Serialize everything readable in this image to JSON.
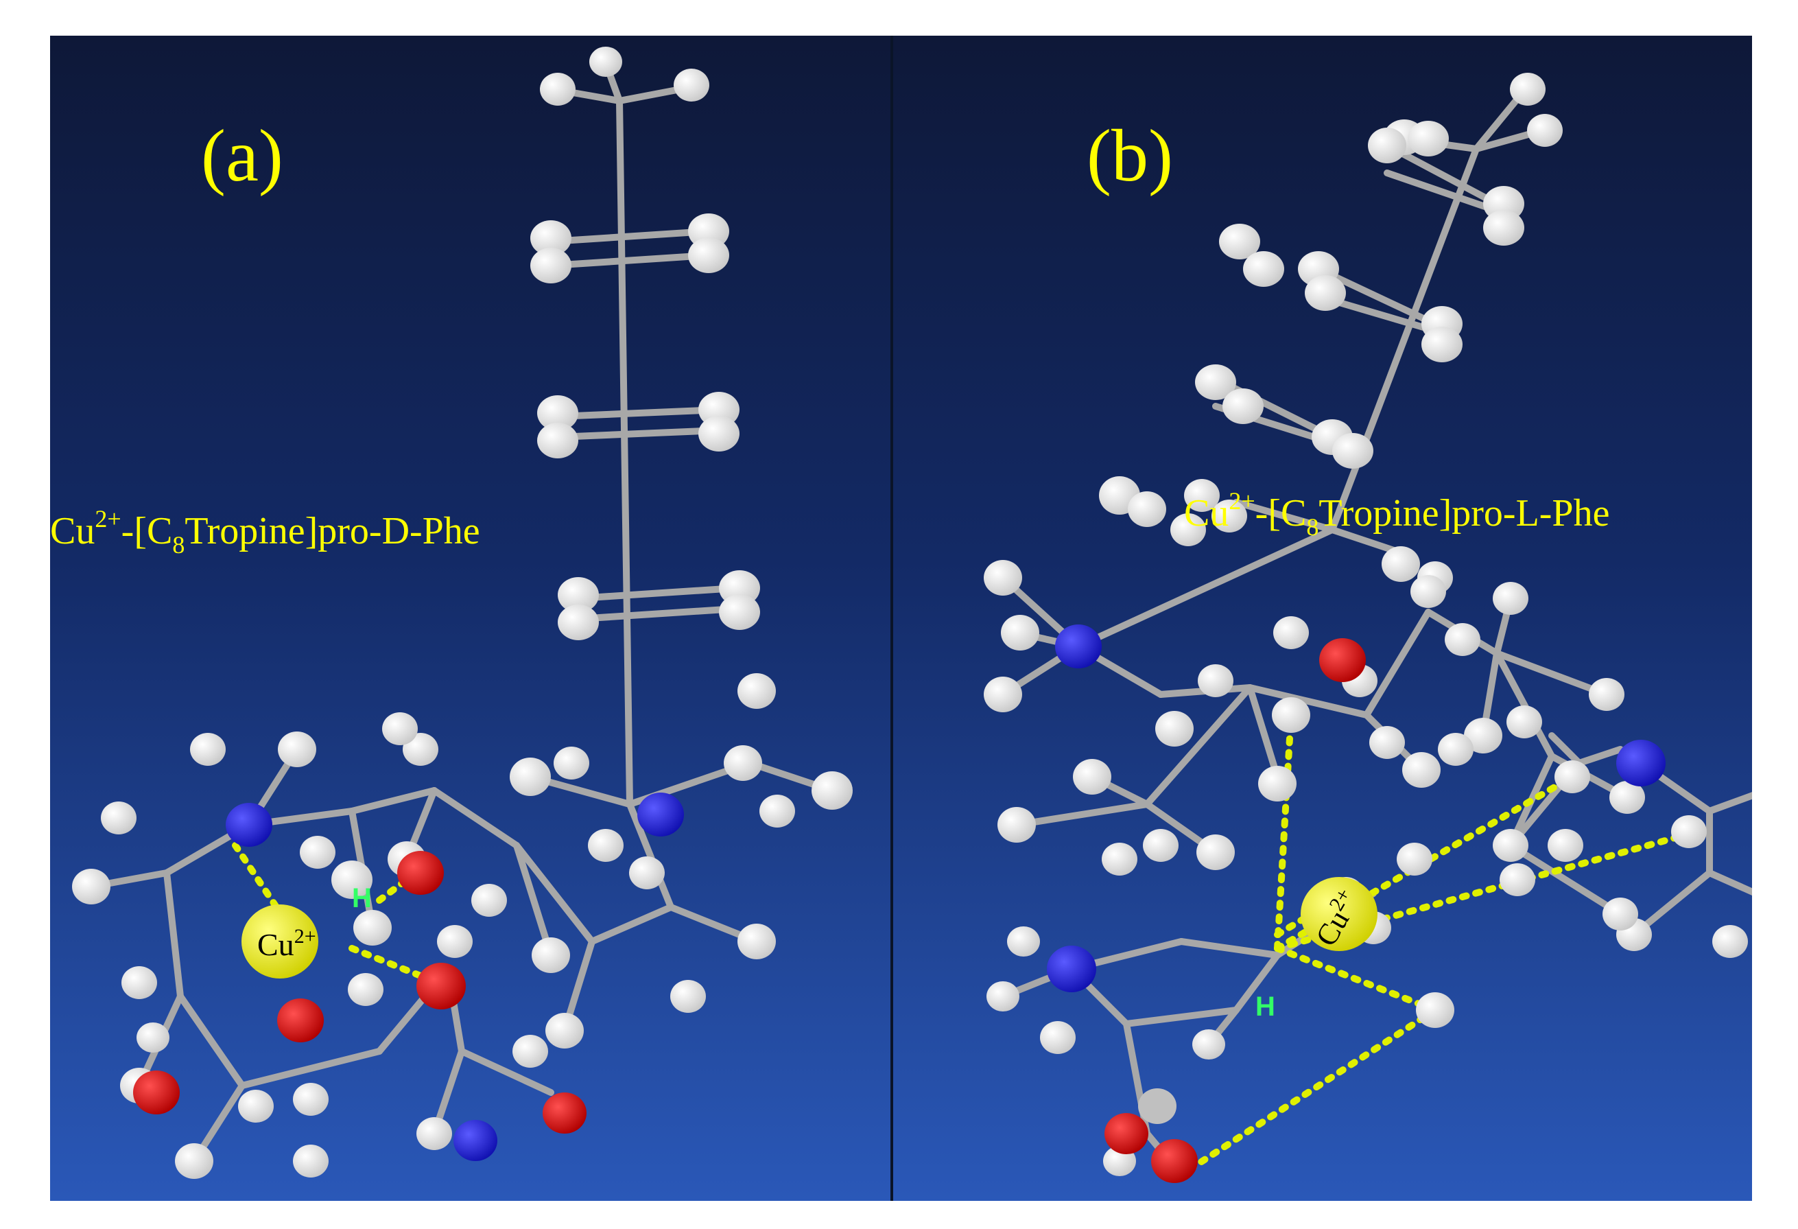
{
  "panels": [
    {
      "label": "(a)",
      "caption": {
        "prefix": "Cu",
        "charge": "2+",
        "middle": "-[C",
        "subscript": "8",
        "suffix": "Tropine]pro-D-Phe"
      },
      "metal_label": "Cu",
      "metal_charge": "2+",
      "hydrogen_label": "H"
    },
    {
      "label": "(b)",
      "caption": {
        "prefix": "Cu",
        "charge": "2+",
        "middle": "-[C",
        "subscript": "8",
        "suffix": "Tropine]pro-L-Phe"
      },
      "metal_label": "Cu",
      "metal_charge": "2+",
      "hydrogen_label": "H"
    }
  ],
  "colors": {
    "background_top": "#101a3a",
    "background_bottom": "#2550b0",
    "label_text": "#ffff00",
    "carbon_bond": "#a8a8a8",
    "hydrogen": "#ffffff",
    "nitrogen": "#2020e0",
    "oxygen": "#e01010",
    "copper": "#f0f000",
    "hbond": "#e0f000",
    "h_highlight": "#33ff66"
  }
}
